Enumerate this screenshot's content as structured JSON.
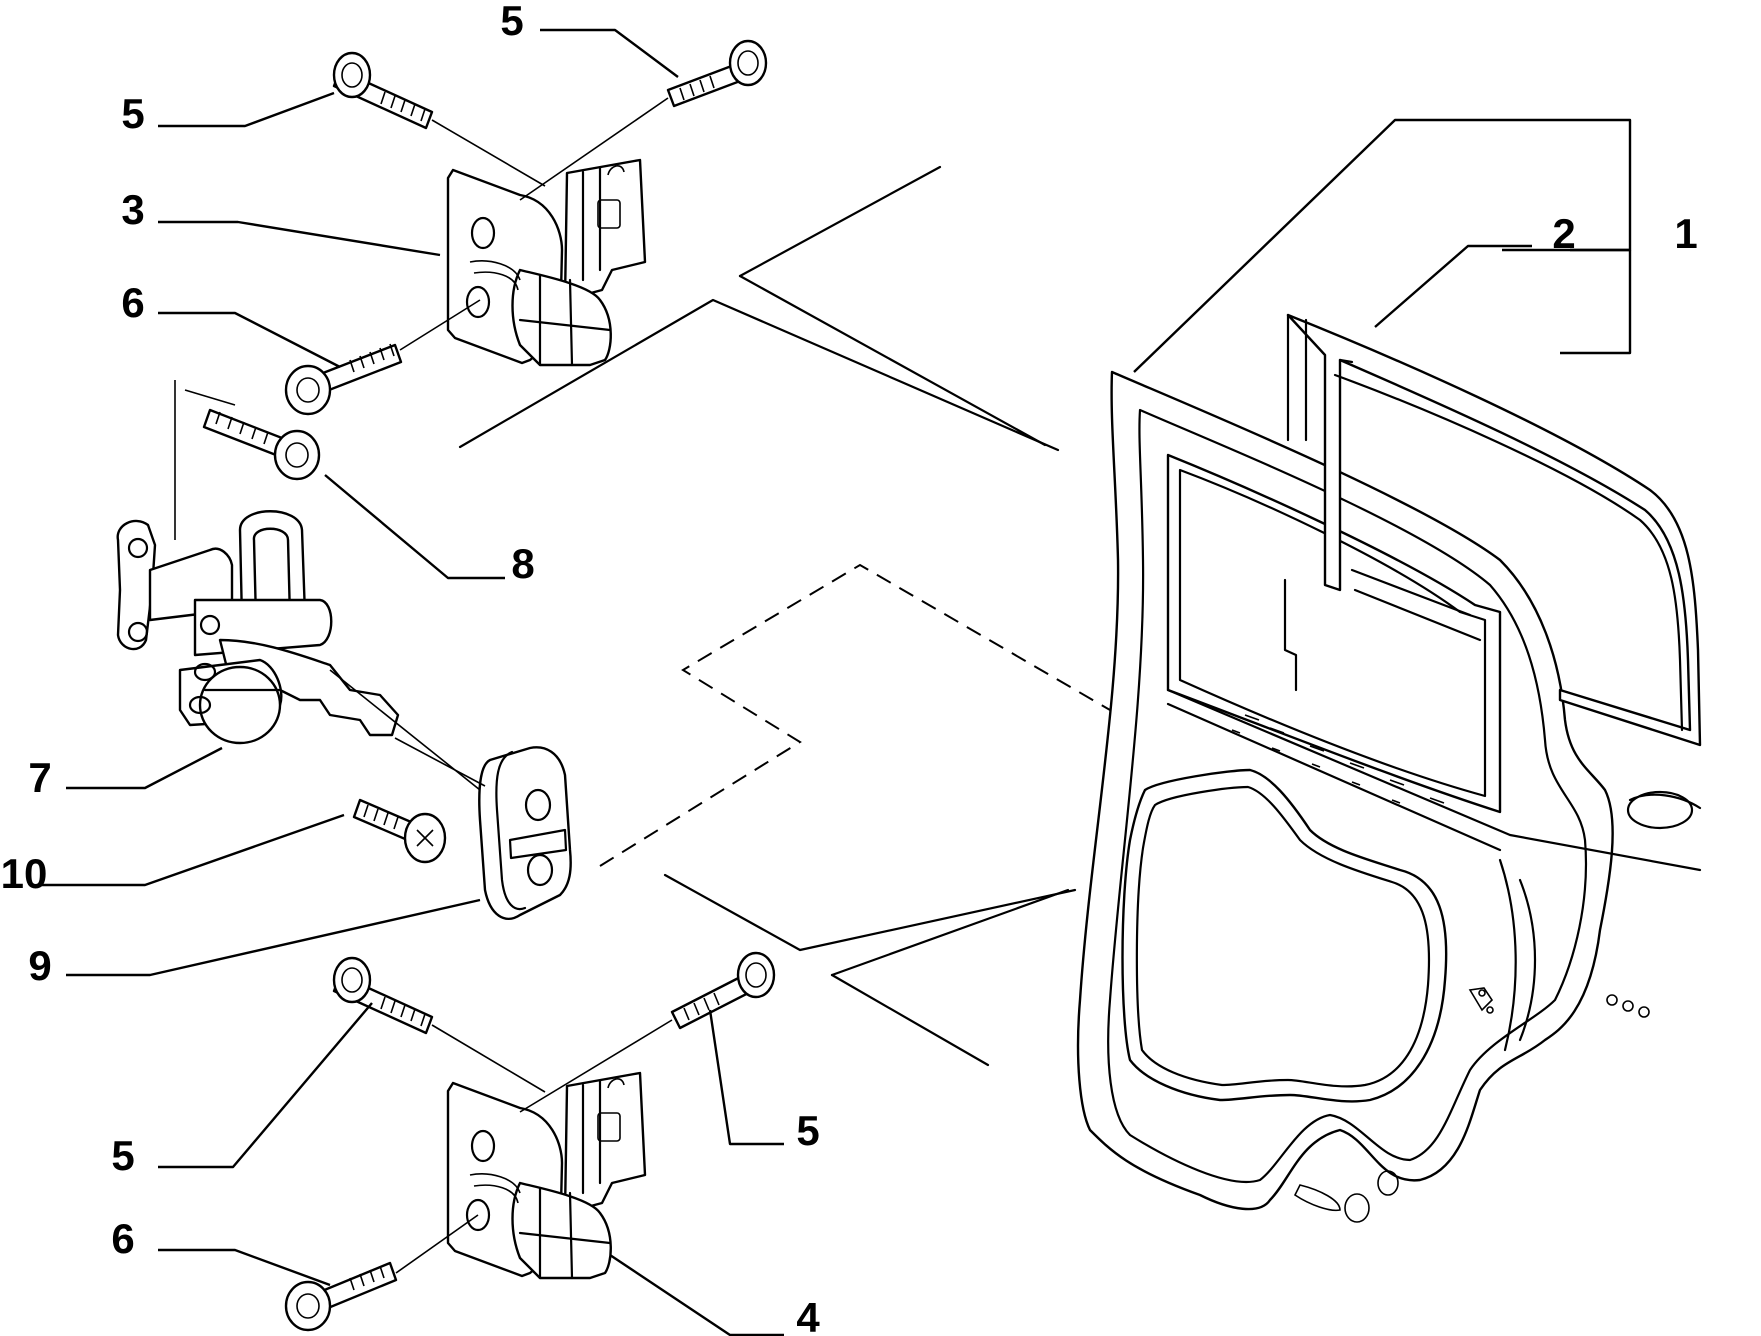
{
  "diagram": {
    "callouts": [
      {
        "id": "c1",
        "text": "1"
      },
      {
        "id": "c2",
        "text": "2"
      },
      {
        "id": "c3",
        "text": "3"
      },
      {
        "id": "c4",
        "text": "4"
      },
      {
        "id": "c5a",
        "text": "5"
      },
      {
        "id": "c5b",
        "text": "5"
      },
      {
        "id": "c5c",
        "text": "5"
      },
      {
        "id": "c5d",
        "text": "5"
      },
      {
        "id": "c6a",
        "text": "6"
      },
      {
        "id": "c6b",
        "text": "6"
      },
      {
        "id": "c7",
        "text": "7"
      },
      {
        "id": "c8",
        "text": "8"
      },
      {
        "id": "c9",
        "text": "9"
      },
      {
        "id": "c10",
        "text": "10"
      }
    ]
  }
}
